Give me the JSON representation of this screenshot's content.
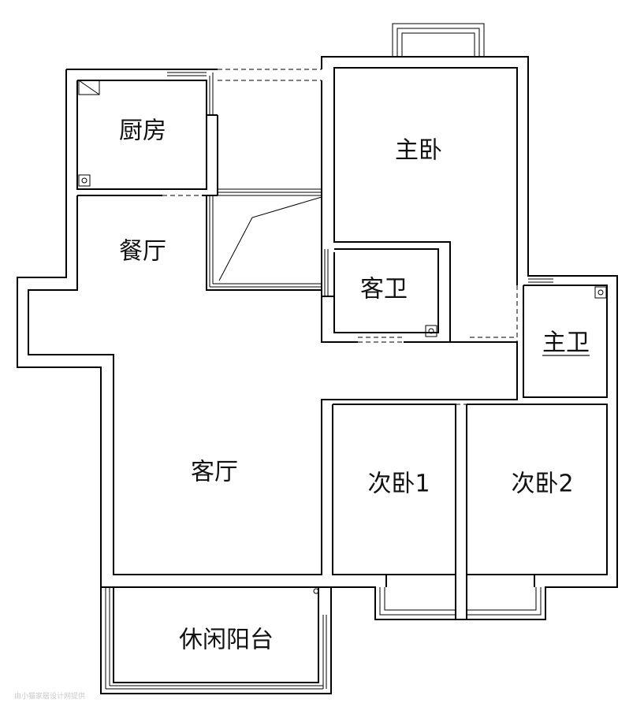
{
  "rooms": {
    "kitchen": "厨房",
    "dining": "餐厅",
    "master_bedroom": "主卧",
    "guest_bath": "客卫",
    "master_bath": "主卫",
    "living_room": "客厅",
    "second_bedroom_1": "次卧1",
    "second_bedroom_2": "次卧2",
    "leisure_balcony": "休闲阳台"
  },
  "watermark": "由小猫家居设计网提供"
}
